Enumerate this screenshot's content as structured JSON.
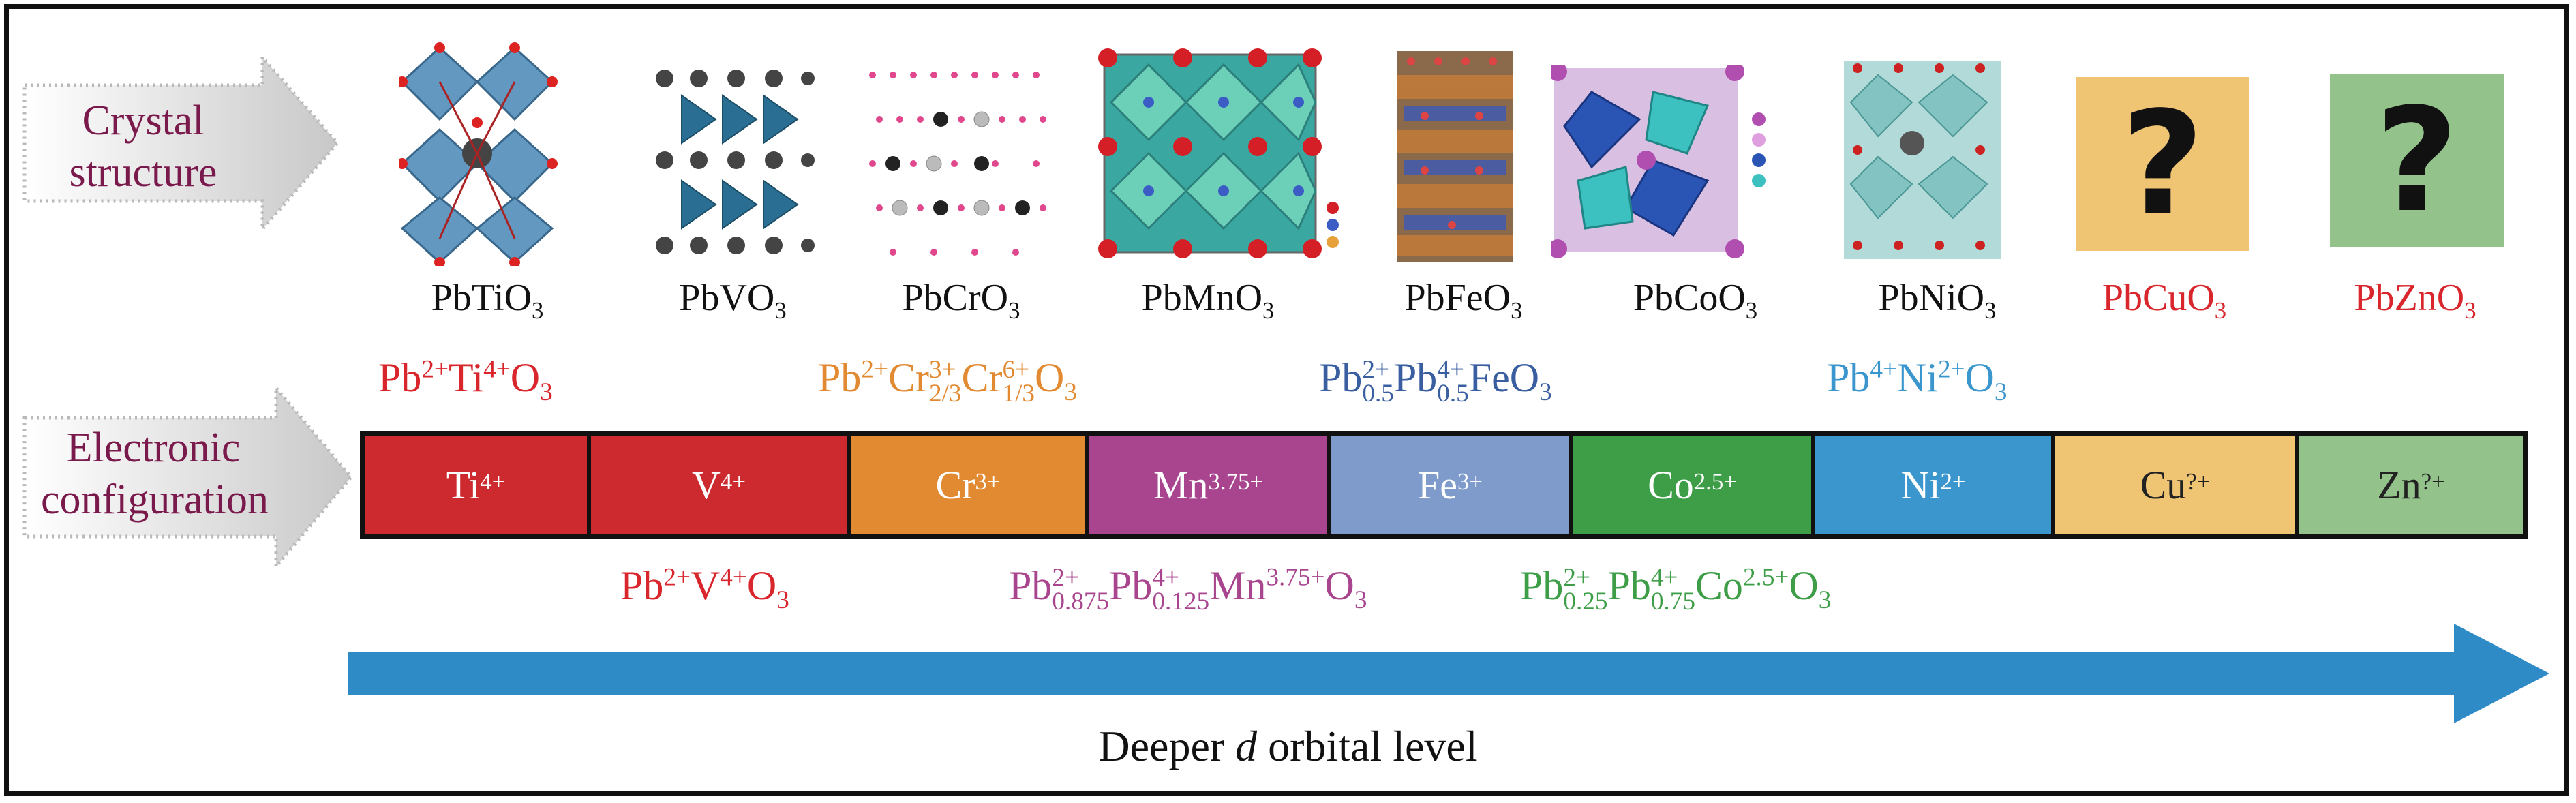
{
  "row_labels": {
    "crystal": [
      "Crystal",
      "structure"
    ],
    "electronic": [
      "Electronic",
      "configuration"
    ]
  },
  "compounds": [
    {
      "name": "PbTiO3",
      "base": "PbTiO",
      "sub": "3",
      "color": "#111111"
    },
    {
      "name": "PbVO3",
      "base": "PbVO",
      "sub": "3",
      "color": "#111111"
    },
    {
      "name": "PbCrO3",
      "base": "PbCrO",
      "sub": "3",
      "color": "#111111"
    },
    {
      "name": "PbMnO3",
      "base": "PbMnO",
      "sub": "3",
      "color": "#111111"
    },
    {
      "name": "PbFeO3",
      "base": "PbFeO",
      "sub": "3",
      "color": "#111111"
    },
    {
      "name": "PbCoO3",
      "base": "PbCoO",
      "sub": "3",
      "color": "#111111"
    },
    {
      "name": "PbNiO3",
      "base": "PbNiO",
      "sub": "3",
      "color": "#111111"
    },
    {
      "name": "PbCuO3",
      "base": "PbCuO",
      "sub": "3",
      "color": "#d8262c"
    },
    {
      "name": "PbZnO3",
      "base": "PbZnO",
      "sub": "3",
      "color": "#d8262c"
    }
  ],
  "unknown_symbol": "?",
  "bar": [
    {
      "ion": "Ti",
      "charge": "4+",
      "color": "#cc2a2e"
    },
    {
      "ion": "V",
      "charge": "4+",
      "color": "#cc2a2e"
    },
    {
      "ion": "Cr",
      "charge": "3+",
      "color": "#e28a32"
    },
    {
      "ion": "Mn",
      "charge": "3.75+",
      "color": "#a8458e"
    },
    {
      "ion": "Fe",
      "charge": "3+",
      "color": "#7f9bcc"
    },
    {
      "ion": "Co",
      "charge": "2.5+",
      "color": "#3d9e47"
    },
    {
      "ion": "Ni",
      "charge": "2+",
      "color": "#3a96cd"
    },
    {
      "ion": "Cu",
      "charge": "?+",
      "color": "#efc574"
    },
    {
      "ion": "Zn",
      "charge": "?+",
      "color": "#93c28b"
    }
  ],
  "formulas_top": [
    {
      "text": "Pb2+Ti4+O3",
      "color": "#d8262c"
    },
    {
      "text": "Pb2+Cr3+2/3Cr6+1/3O3",
      "color": "#e28a32"
    },
    {
      "text": "Pb2+0.5Pb4+0.5FeO3",
      "color": "#3a5fa0"
    },
    {
      "text": "Pb4+Ni2+O3",
      "color": "#3a96cd"
    }
  ],
  "formulas_bottom": [
    {
      "text": "Pb2+V4+O3",
      "color": "#d8262c"
    },
    {
      "text": "Pb2+0.875Pb4+0.125Mn3.75+O3",
      "color": "#a8458e"
    },
    {
      "text": "Pb2+0.25Pb4+0.75Co2.5+O3",
      "color": "#3d9e47"
    }
  ],
  "axis": {
    "prefix": "Deeper ",
    "italic": "d",
    "suffix": " orbital level",
    "color": "#2f8bc5"
  }
}
